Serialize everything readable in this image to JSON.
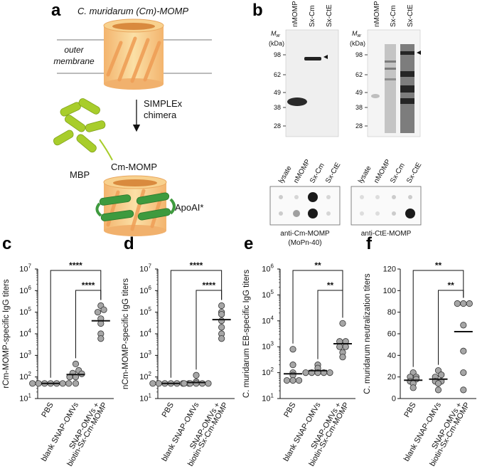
{
  "panel_labels": [
    "a",
    "b",
    "c",
    "d",
    "e",
    "f"
  ],
  "colors": {
    "barrel": "#f6c982",
    "barrel_dark": "#e7a455",
    "stripe": "#f0ae6c",
    "mbp": "#a8cd2b",
    "apoai": "#3e9a3e",
    "marker_fill": "#a6a6a6",
    "blot_dark": "#2a2a2a"
  },
  "panel_a": {
    "title": "C. muridarum (Cm)-MOMP",
    "membrane_label_line1": "outer",
    "membrane_label_line2": "membrane",
    "arrow_label_line1": "SIMPLEx",
    "arrow_label_line2": "chimera",
    "mbp_label": "MBP",
    "cm_momp_label": "Cm-MOMP",
    "apoai_label": "ApoAI*"
  },
  "panel_b": {
    "lanes": [
      "nMOMP",
      "Sx-Cm",
      "Sx-CtE"
    ],
    "mw_label_line1": "M",
    "mw_label_sub": "w",
    "mw_label_line2": "(kDa)",
    "mw_ticks": [
      "98",
      "62",
      "49",
      "38",
      "28"
    ],
    "dot_lanes": [
      "lysate",
      "nMOMP",
      "Sx-Cm",
      "Sx-CtE"
    ],
    "dot_left_label_line1": "anti-Cm-MOMP",
    "dot_left_label_line2": "(MoPn-40)",
    "dot_right_label": "anti-CtE-MOMP"
  },
  "chart_data": [
    {
      "panel": "c",
      "type": "scatter",
      "ylabel": "rCm-MOMP-specific IgG titers",
      "yscale": "log",
      "ylim": [
        10,
        10000000
      ],
      "yticks": [
        "10",
        "10",
        "10",
        "10",
        "10",
        "10",
        "10"
      ],
      "ytick_exponents": [
        "1",
        "2",
        "3",
        "4",
        "5",
        "6",
        "7"
      ],
      "categories": [
        "PBS",
        "blank SNAP-OMVs",
        "SNAP-OMVs +",
        "biotin-Sx-Cm-MOMP"
      ],
      "groups": [
        {
          "name": "PBS",
          "values": [
            50,
            50,
            50,
            50,
            50,
            50,
            50
          ],
          "mean": 50
        },
        {
          "name": "blank SNAP-OMVs",
          "values": [
            50,
            100,
            100,
            140,
            150,
            200,
            400
          ],
          "mean": 130
        },
        {
          "name": "SNAP-OMVs + biotin-Sx-Cm-MOMP",
          "values": [
            6000,
            10000,
            30000,
            50000,
            100000,
            130000,
            200000
          ],
          "mean": 40000
        }
      ],
      "significance": [
        {
          "from": 0,
          "to": 2,
          "label": "****"
        },
        {
          "from": 1,
          "to": 2,
          "label": "****"
        }
      ]
    },
    {
      "panel": "d",
      "type": "scatter",
      "ylabel": "nCm-MOMP-specific IgG titers",
      "yscale": "log",
      "ylim": [
        10,
        10000000
      ],
      "yticks": [
        "10",
        "10",
        "10",
        "10",
        "10",
        "10",
        "10"
      ],
      "ytick_exponents": [
        "1",
        "2",
        "3",
        "4",
        "5",
        "6",
        "7"
      ],
      "categories": [
        "PBS",
        "blank SNAP-OMVs",
        "SNAP-OMVs +",
        "biotin-Sx-Cm-MOMP"
      ],
      "groups": [
        {
          "name": "PBS",
          "values": [
            50,
            50,
            50,
            50,
            50,
            50,
            50
          ],
          "mean": 50
        },
        {
          "name": "blank SNAP-OMVs",
          "values": [
            50,
            50,
            50,
            50,
            50,
            60,
            120
          ],
          "mean": 55
        },
        {
          "name": "SNAP-OMVs + biotin-Sx-Cm-MOMP",
          "values": [
            6000,
            10000,
            20000,
            40000,
            80000,
            100000,
            200000
          ],
          "mean": 45000
        }
      ],
      "significance": [
        {
          "from": 0,
          "to": 2,
          "label": "****"
        },
        {
          "from": 1,
          "to": 2,
          "label": "****"
        }
      ]
    },
    {
      "panel": "e",
      "type": "scatter",
      "ylabel": "C. muridarum EB-specific IgG titers",
      "yscale": "log",
      "ylim": [
        10,
        1000000
      ],
      "yticks": [
        "10",
        "10",
        "10",
        "10",
        "10",
        "10"
      ],
      "ytick_exponents": [
        "1",
        "2",
        "3",
        "4",
        "5",
        "6"
      ],
      "categories": [
        "PBS",
        "blank SNAP-OMVs",
        "SNAP-OMVs +",
        "biotin-Sx-Cm-MOMP"
      ],
      "groups": [
        {
          "name": "PBS",
          "values": [
            50,
            50,
            50,
            80,
            100,
            200,
            800
          ],
          "mean": 90
        },
        {
          "name": "blank SNAP-OMVs",
          "values": [
            100,
            100,
            100,
            100,
            100,
            150,
            200
          ],
          "mean": 120
        },
        {
          "name": "SNAP-OMVs + biotin-Sx-Cm-MOMP",
          "values": [
            400,
            600,
            1000,
            1000,
            1600,
            1600,
            8000
          ],
          "mean": 1300
        }
      ],
      "significance": [
        {
          "from": 0,
          "to": 2,
          "label": "**"
        },
        {
          "from": 1,
          "to": 2,
          "label": "**"
        }
      ]
    },
    {
      "panel": "f",
      "type": "scatter",
      "ylabel": "C. muridarum neutralization titers",
      "yscale": "linear",
      "ylim": [
        0,
        120
      ],
      "yticks": [
        "0",
        "20",
        "40",
        "60",
        "80",
        "100",
        "120"
      ],
      "categories": [
        "PBS",
        "blank SNAP-OMVs",
        "SNAP-OMVs +",
        "biotin-Sx-Cm-MOMP"
      ],
      "groups": [
        {
          "name": "PBS",
          "values": [
            10,
            14,
            16,
            18,
            20,
            20,
            24
          ],
          "mean": 17
        },
        {
          "name": "blank SNAP-OMVs",
          "values": [
            8,
            14,
            16,
            16,
            20,
            22,
            26
          ],
          "mean": 18
        },
        {
          "name": "SNAP-OMVs + biotin-Sx-Cm-MOMP",
          "values": [
            8,
            24,
            44,
            68,
            88,
            88,
            88
          ],
          "mean": 62
        }
      ],
      "significance": [
        {
          "from": 0,
          "to": 2,
          "label": "**"
        },
        {
          "from": 1,
          "to": 2,
          "label": "**"
        }
      ]
    }
  ]
}
